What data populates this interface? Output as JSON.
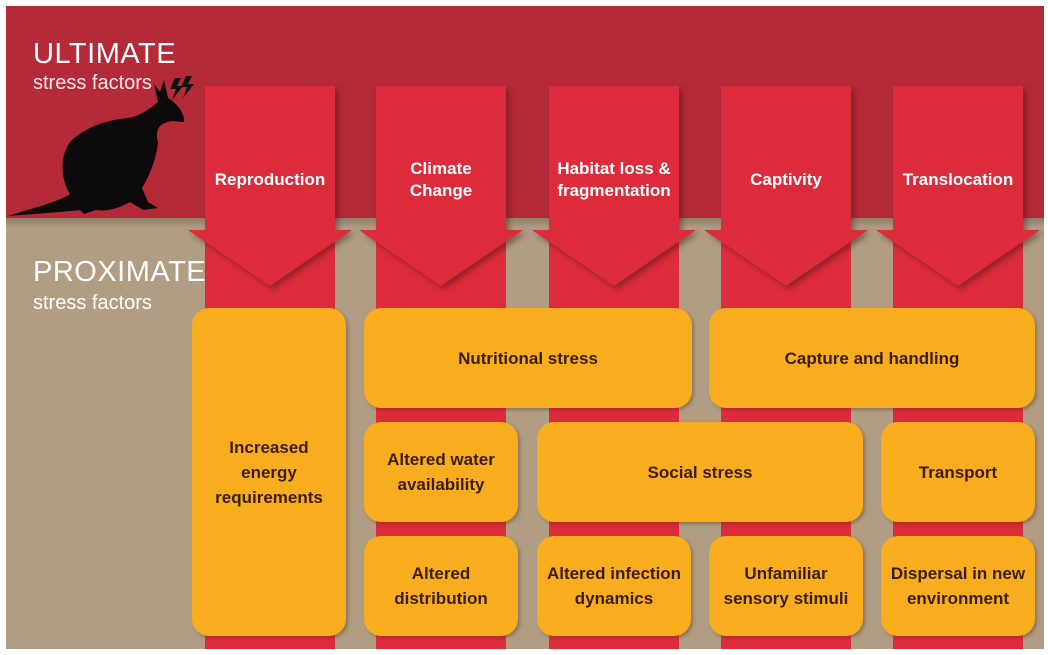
{
  "ultimate": {
    "title": "ULTIMATE",
    "subtitle": "stress factors"
  },
  "proximate": {
    "title": "PROXIMATE",
    "subtitle": "stress factors"
  },
  "colors": {
    "top_band": "#b42a38",
    "bottom_band": "#b09d84",
    "arrow": "#dc2b3a",
    "box": "#f7ad1d",
    "box_text": "#3b1d0e"
  },
  "icons": [
    "kangaroo-silhouette-icon",
    "lightning-icon"
  ],
  "ultimate_factors": [
    {
      "label": "Reproduction"
    },
    {
      "label": "Climate\nChange"
    },
    {
      "label": "Habitat loss &\nfragmentation"
    },
    {
      "label": "Captivity"
    },
    {
      "label": "Translocation"
    }
  ],
  "proximate_factors": {
    "nutritional_stress": "Nutritional stress",
    "capture_and_handling": "Capture and handling",
    "increased_energy": "Increased\nenergy\nrequirements",
    "altered_water": "Altered water\navailability",
    "social_stress": "Social stress",
    "transport": "Transport",
    "altered_distribution": "Altered\ndistribution",
    "altered_infection": "Altered infection\ndynamics",
    "unfamiliar_stimuli": "Unfamiliar\nsensory stimuli",
    "dispersal": "Dispersal in new\nenvironment"
  }
}
